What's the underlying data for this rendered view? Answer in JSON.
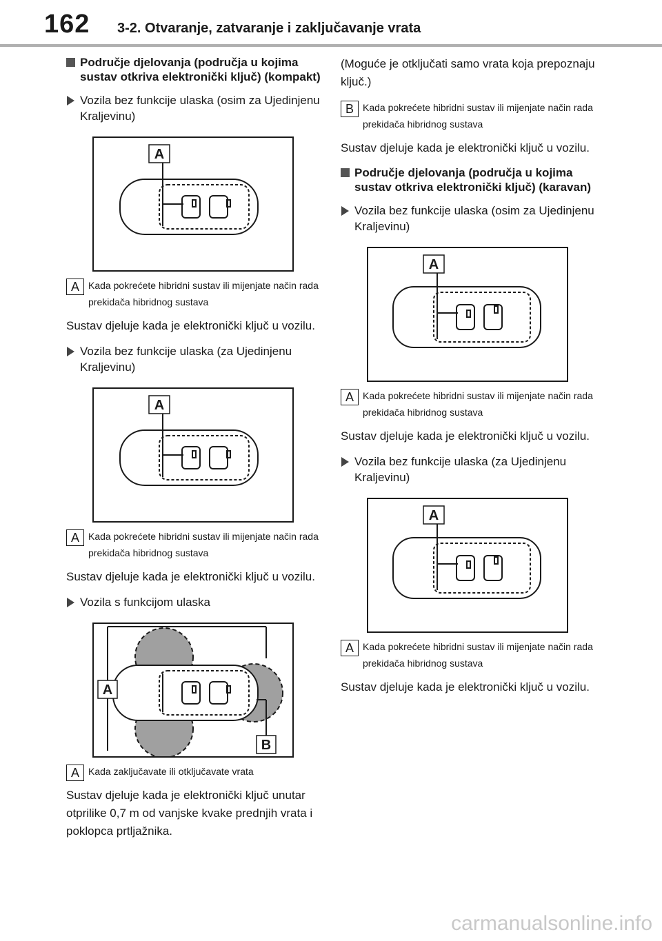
{
  "header": {
    "page_number": "162",
    "chapter_title": "3-2. Otvaranje, zatvaranje i zaključavanje vrata"
  },
  "left": {
    "section_title": "Područje djelovanja (područja u kojima sustav otkriva elektronički ključ) (kompakt)",
    "b1": "Vozila bez funkcije ulaska (osim za Ujedinjenu Kraljevinu)",
    "fig1_label": "A",
    "cap1_badge": "A",
    "cap1_text": "Kada pokrećete hibridni sustav ili mijenjate način rada prekidača hibridnog sustava",
    "p1": "Sustav djeluje kada je elektronički ključ u vozilu.",
    "b2": "Vozila bez funkcije ulaska (za Ujedinjenu Kraljevinu)",
    "fig2_label": "A",
    "cap2_badge": "A",
    "cap2_text": "Kada pokrećete hibridni sustav ili mijenjate način rada prekidača hibridnog sustava",
    "p2": "Sustav djeluje kada je elektronički ključ u vozilu.",
    "b3": "Vozila s funkcijom ulaska",
    "fig3_label_a": "A",
    "fig3_label_b": "B",
    "cap3_badge": "A",
    "cap3_text": "Kada zaključavate ili otključavate vrata",
    "p3": "Sustav djeluje kada je elektronički ključ unutar otprilike 0,7 m od vanjske kvake prednjih vrata i poklopca prtljažnika."
  },
  "right": {
    "p0": "(Moguće je otključati samo vrata koja prepoznaju ključ.)",
    "cap0_badge": "B",
    "cap0_text": "Kada pokrećete hibridni sustav ili mijenjate način rada prekidača hibridnog sustava",
    "p1": "Sustav djeluje kada je elektronički ključ u vozilu.",
    "section_title": "Područje djelovanja (područja u kojima sustav otkriva elektronički ključ) (karavan)",
    "b1": "Vozila bez funkcije ulaska (osim za Ujedinjenu Kraljevinu)",
    "fig1_label": "A",
    "cap1_badge": "A",
    "cap1_text": "Kada pokrećete hibridni sustav ili mijenjate način rada prekidača hibridnog sustava",
    "p2": "Sustav djeluje kada je elektronički ključ u vozilu.",
    "b2": "Vozila bez funkcije ulaska (za Ujedinjenu Kraljevinu)",
    "fig2_label": "A",
    "cap2_badge": "A",
    "cap2_text": "Kada pokrećete hibridni sustav ili mijenjate način rada prekidača hibridnog sustava",
    "p3": "Sustav djeluje kada je elektronički ključ u vozilu."
  },
  "watermark": "carmanualsonline.info",
  "colors": {
    "header_rule": "#b0b0b0",
    "range_fill": "#a0a0a0",
    "ink": "#1a1a1a"
  }
}
